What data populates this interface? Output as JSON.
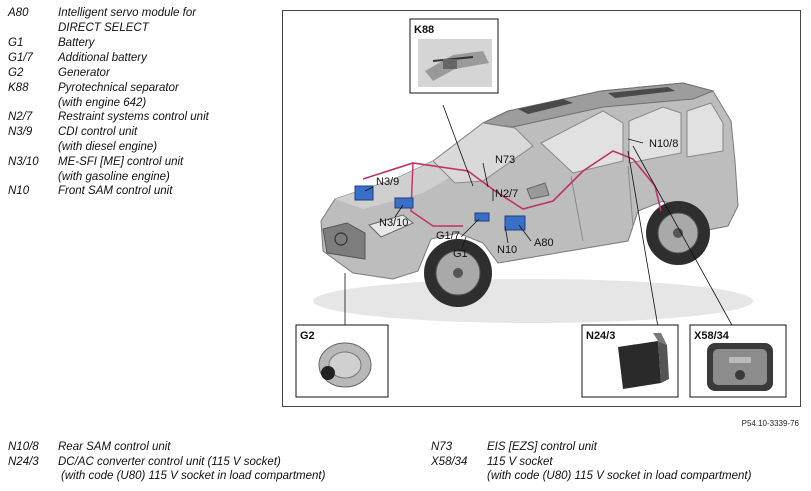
{
  "legend_top": [
    {
      "code": "A80",
      "lines": [
        "Intelligent servo module for",
        "DIRECT SELECT"
      ]
    },
    {
      "code": "G1",
      "lines": [
        "Battery"
      ]
    },
    {
      "code": "G1/7",
      "lines": [
        "Additional battery"
      ]
    },
    {
      "code": "G2",
      "lines": [
        "Generator"
      ]
    },
    {
      "code": "K88",
      "lines": [
        "Pyrotechnical separator",
        "(with engine 642)"
      ]
    },
    {
      "code": "N2/7",
      "lines": [
        "Restraint systems control unit"
      ]
    },
    {
      "code": "N3/9",
      "lines": [
        "CDI control unit",
        "(with diesel engine)"
      ]
    },
    {
      "code": "N3/10",
      "lines": [
        "ME-SFI [ME] control unit",
        "(with gasoline engine)"
      ]
    },
    {
      "code": "N10",
      "lines": [
        "Front SAM control unit"
      ]
    }
  ],
  "diagram": {
    "callouts": [
      "K88",
      "N73",
      "N10/8",
      "N3/9",
      "N3/10",
      "N2/7",
      "G1/7",
      "G1",
      "N10",
      "A80"
    ],
    "inset_boxes": {
      "k88": "K88",
      "g2": "G2",
      "n24_3": "N24/3",
      "x58_34": "X58/34"
    }
  },
  "figure_ref": "P54.10-3339-76",
  "legend_bottom_left": [
    {
      "code": "N10/8",
      "lines": [
        "Rear SAM control unit"
      ]
    },
    {
      "code": "N24/3",
      "lines": [
        "DC/AC converter control unit (115 V socket)",
        "(with code (U80) 115 V socket in load compartment)"
      ]
    }
  ],
  "legend_bottom_right": [
    {
      "code": "N73",
      "lines": [
        "EIS [EZS] control unit"
      ]
    },
    {
      "code": "X58/34",
      "lines": [
        "115 V socket",
        "(with code (U80) 115 V socket in load compartment)"
      ]
    }
  ],
  "colors": {
    "wiring": "#c0306a",
    "module": "#3a6fc8",
    "frame": "#444444"
  }
}
